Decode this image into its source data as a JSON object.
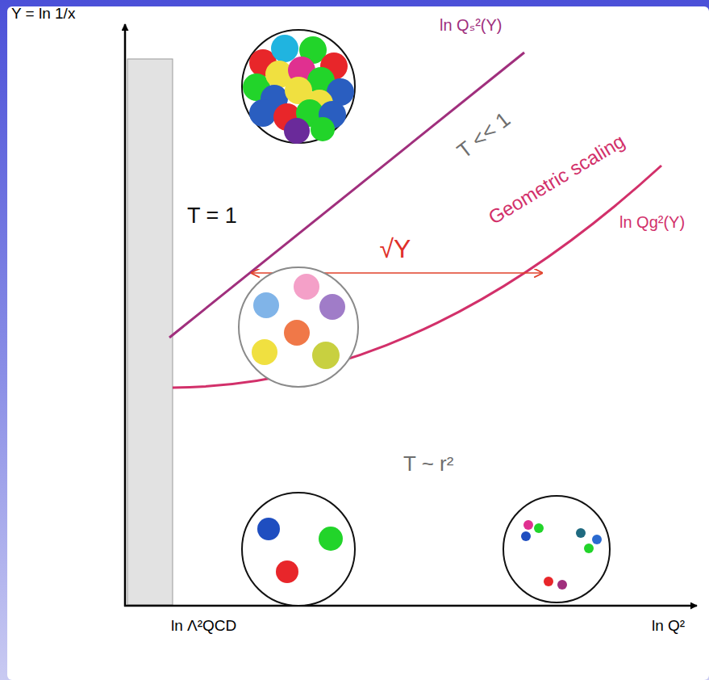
{
  "diagram": {
    "labels": [
      "Y = ln 1/x",
      "ln Qₛ²(Y)",
      "T << 1",
      "Geometric scaling",
      "T = 1",
      "√Y",
      "ln Qg²(Y)",
      "T ~ r²",
      "ln Λ²QCD",
      "ln Q²"
    ]
  }
}
